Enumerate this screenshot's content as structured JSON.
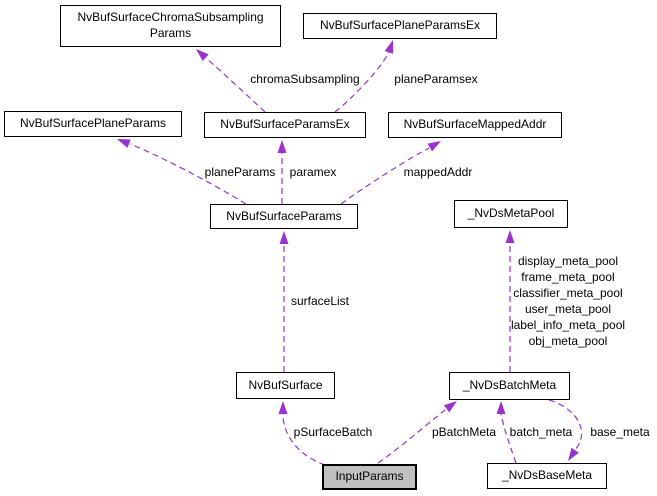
{
  "diagram": {
    "type": "collaboration-graph",
    "colors": {
      "arrow": "#9a32cd",
      "node_border": "#000000",
      "node_fill": "#ffffff",
      "selected_fill": "#c0c0c0",
      "text": "#000000",
      "background": "#ffffff"
    },
    "nodes": [
      {
        "id": "nvbufsurface-chroma-subsampling-params",
        "label": "NvBufSurfaceChromaSubsampling\nParams",
        "selected": false
      },
      {
        "id": "nvbufsurface-plane-params-ex",
        "label": "NvBufSurfacePlaneParamsEx",
        "selected": false
      },
      {
        "id": "nvbufsurface-plane-params",
        "label": "NvBufSurfacePlaneParams",
        "selected": false
      },
      {
        "id": "nvbufsurface-params-ex",
        "label": "NvBufSurfaceParamsEx",
        "selected": false
      },
      {
        "id": "nvbufsurface-mapped-addr",
        "label": "NvBufSurfaceMappedAddr",
        "selected": false
      },
      {
        "id": "nvbufsurface-params",
        "label": "NvBufSurfaceParams",
        "selected": false
      },
      {
        "id": "nvds-meta-pool",
        "label": "_NvDsMetaPool",
        "selected": false
      },
      {
        "id": "nvbufsurface",
        "label": "NvBufSurface",
        "selected": false
      },
      {
        "id": "nvds-batch-meta",
        "label": "_NvDsBatchMeta",
        "selected": false
      },
      {
        "id": "input-params",
        "label": "InputParams",
        "selected": true
      },
      {
        "id": "nvds-base-meta",
        "label": "_NvDsBaseMeta",
        "selected": false
      }
    ],
    "edges": [
      {
        "label": "chromaSubsampling",
        "from": "NvBufSurfaceParamsEx",
        "to": "NvBufSurfaceChromaSubsamplingParams"
      },
      {
        "label": "planeParamsex",
        "from": "NvBufSurfaceParamsEx",
        "to": "NvBufSurfacePlaneParamsEx"
      },
      {
        "label": "planeParams",
        "from": "NvBufSurfaceParams",
        "to": "NvBufSurfacePlaneParams"
      },
      {
        "label": "paramex",
        "from": "NvBufSurfaceParams",
        "to": "NvBufSurfaceParamsEx"
      },
      {
        "label": "mappedAddr",
        "from": "NvBufSurfaceParams",
        "to": "NvBufSurfaceMappedAddr"
      },
      {
        "label": "surfaceList",
        "from": "NvBufSurface",
        "to": "NvBufSurfaceParams"
      },
      {
        "label": "display_meta_pool\nframe_meta_pool\nclassifier_meta_pool\nuser_meta_pool\nlabel_info_meta_pool\nobj_meta_pool",
        "from": "_NvDsBatchMeta",
        "to": "_NvDsMetaPool"
      },
      {
        "label": "pSurfaceBatch",
        "from": "InputParams",
        "to": "NvBufSurface"
      },
      {
        "label": "pBatchMeta",
        "from": "InputParams",
        "to": "_NvDsBatchMeta"
      },
      {
        "label": "batch_meta",
        "from": "_NvDsBaseMeta",
        "to": "_NvDsBatchMeta"
      },
      {
        "label": "base_meta",
        "from": "_NvDsBatchMeta",
        "to": "_NvDsBaseMeta"
      }
    ]
  }
}
